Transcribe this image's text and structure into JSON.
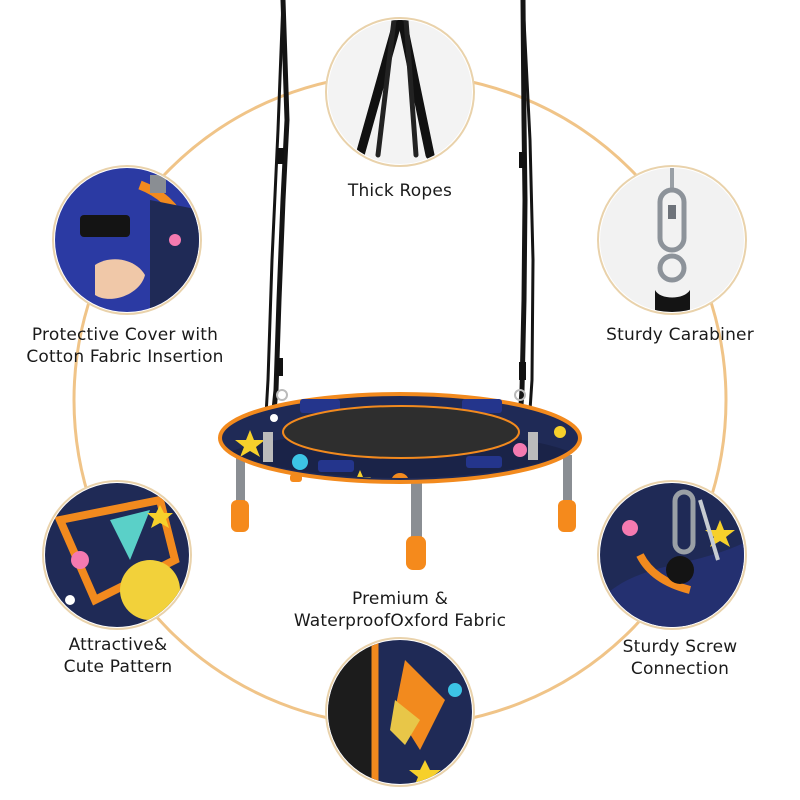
{
  "colors": {
    "ring": "#f0c488",
    "rope": "#141414",
    "fabric_navy": "#1f2a56",
    "fabric_orange": "#f28a1e",
    "mat": "#2e2e2e",
    "leg": "#8a8e93",
    "foot": "#f58a1c"
  },
  "features": [
    {
      "icon": "rope-closeup-icon",
      "lines": [
        "Thick Ropes"
      ]
    },
    {
      "icon": "carabiner-closeup-icon",
      "lines": [
        "Sturdy Carabiner"
      ]
    },
    {
      "icon": "screw-connection-closeup-icon",
      "lines": [
        "Sturdy Screw",
        "Connection"
      ]
    },
    {
      "icon": "oxford-fabric-closeup-icon",
      "lines": [
        "Premium &",
        "WaterproofOxford Fabric"
      ]
    },
    {
      "icon": "pattern-closeup-icon",
      "lines": [
        "Attractive&",
        "Cute Pattern"
      ]
    },
    {
      "icon": "protective-cover-closeup-icon",
      "lines": [
        "Protective Cover with",
        "Cotton Fabric Insertion"
      ]
    }
  ]
}
